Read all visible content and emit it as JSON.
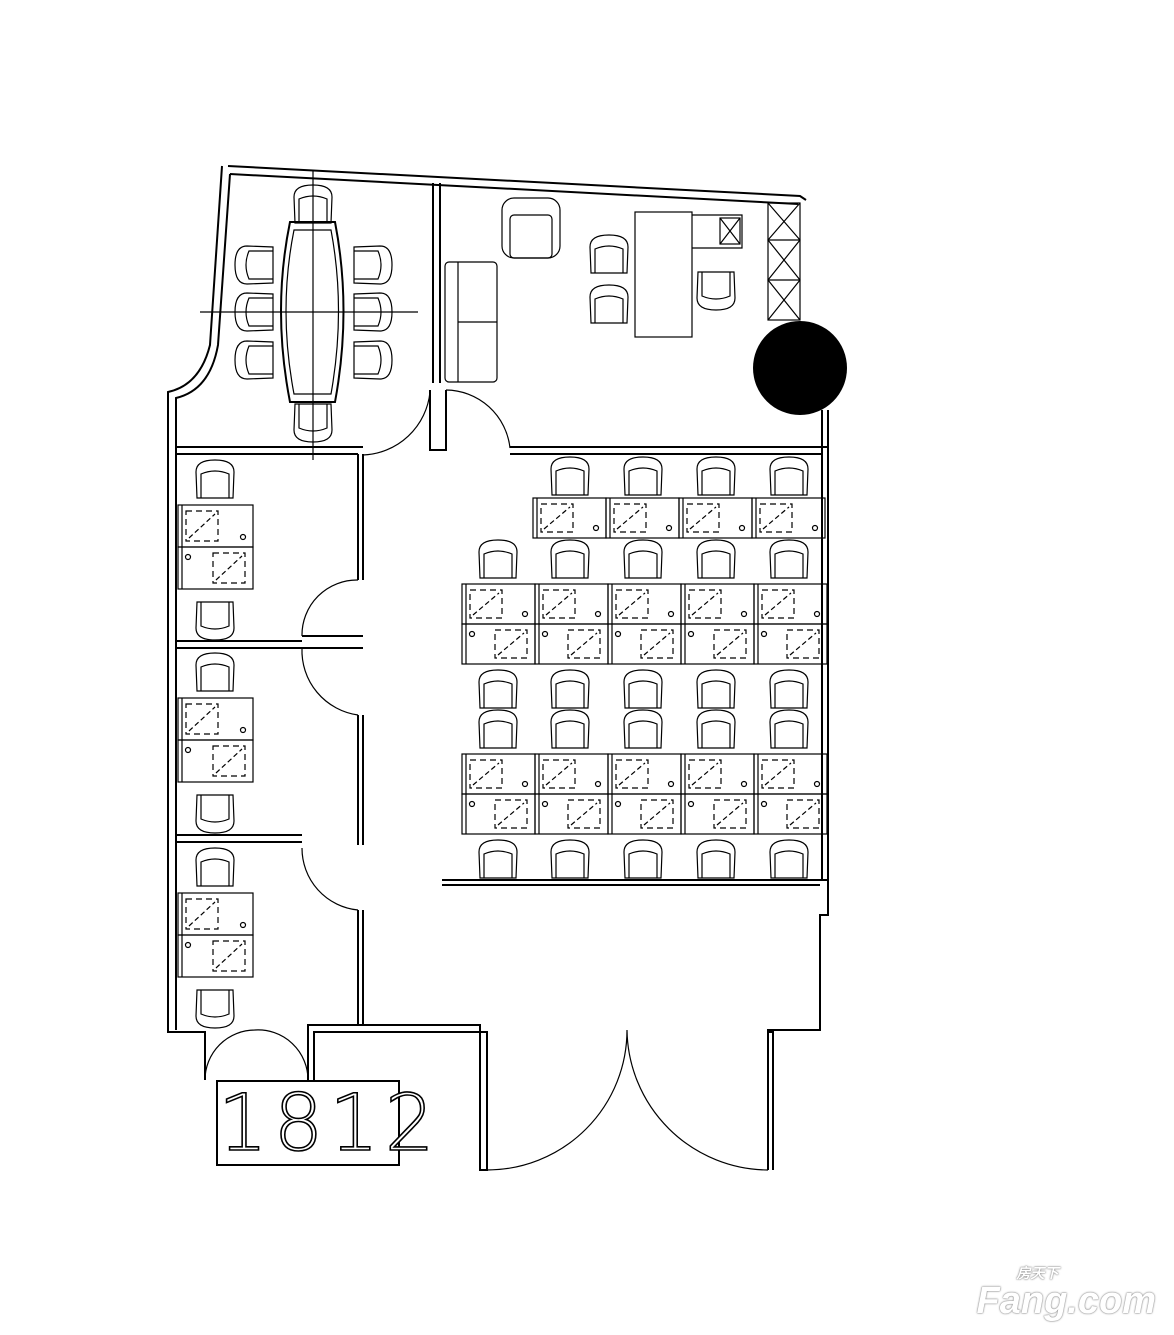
{
  "floorplan": {
    "unit_number": "1812",
    "watermark": {
      "brand": "Fang.com",
      "chinese": "房天下"
    },
    "colors": {
      "line": "#000000",
      "column": "#000000",
      "background": "#ffffff"
    }
  }
}
